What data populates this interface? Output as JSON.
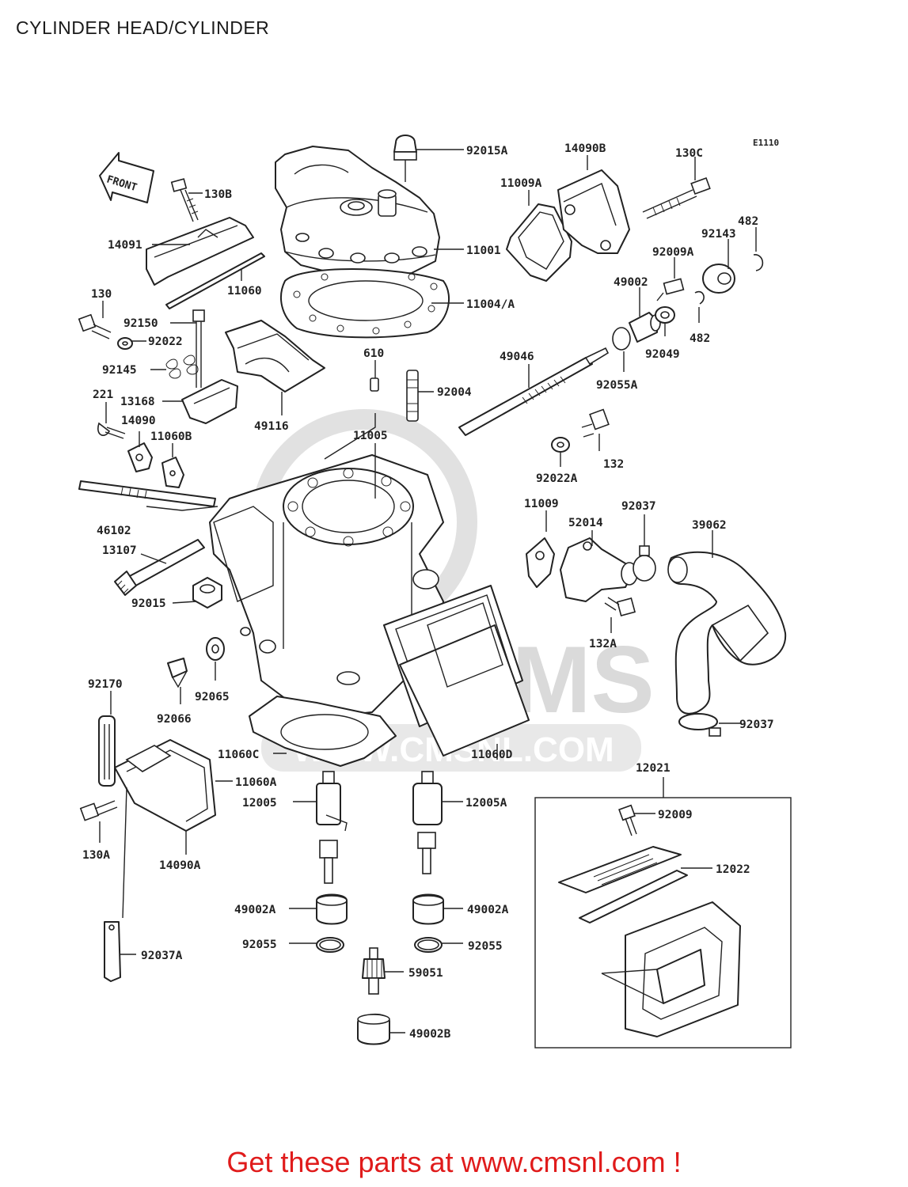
{
  "title": "CYLINDER HEAD/CYLINDER",
  "diagram_code": "E1110",
  "front_label": "FRONT",
  "watermark": "WWW.CMSNL.COM",
  "watermark_logo": "CMS",
  "footer": "Get these parts at www.cmsnl.com !",
  "parts": [
    {
      "id": "92015A"
    },
    {
      "id": "14090B"
    },
    {
      "id": "130C"
    },
    {
      "id": "130B"
    },
    {
      "id": "11009A"
    },
    {
      "id": "482"
    },
    {
      "id": "14091"
    },
    {
      "id": "11001"
    },
    {
      "id": "92143"
    },
    {
      "id": "92009A"
    },
    {
      "id": "49002"
    },
    {
      "id": "11060"
    },
    {
      "id": "11004/A"
    },
    {
      "id": "482"
    },
    {
      "id": "130"
    },
    {
      "id": "92150"
    },
    {
      "id": "92049"
    },
    {
      "id": "92022"
    },
    {
      "id": "610"
    },
    {
      "id": "49046"
    },
    {
      "id": "92145"
    },
    {
      "id": "92055A"
    },
    {
      "id": "92004"
    },
    {
      "id": "221"
    },
    {
      "id": "13168"
    },
    {
      "id": "49116"
    },
    {
      "id": "14090"
    },
    {
      "id": "11005"
    },
    {
      "id": "11060B"
    },
    {
      "id": "132"
    },
    {
      "id": "92022A"
    },
    {
      "id": "11009"
    },
    {
      "id": "92037"
    },
    {
      "id": "52014"
    },
    {
      "id": "39062"
    },
    {
      "id": "46102"
    },
    {
      "id": "13107"
    },
    {
      "id": "92015"
    },
    {
      "id": "132A"
    },
    {
      "id": "92170"
    },
    {
      "id": "92065"
    },
    {
      "id": "92066"
    },
    {
      "id": "92037"
    },
    {
      "id": "11060C"
    },
    {
      "id": "11060D"
    },
    {
      "id": "12021"
    },
    {
      "id": "11060A"
    },
    {
      "id": "12005"
    },
    {
      "id": "12005A"
    },
    {
      "id": "92009"
    },
    {
      "id": "130A"
    },
    {
      "id": "14090A"
    },
    {
      "id": "12022"
    },
    {
      "id": "49002A"
    },
    {
      "id": "49002A"
    },
    {
      "id": "92055"
    },
    {
      "id": "92055"
    },
    {
      "id": "59051"
    },
    {
      "id": "92037A"
    },
    {
      "id": "49002B"
    }
  ]
}
